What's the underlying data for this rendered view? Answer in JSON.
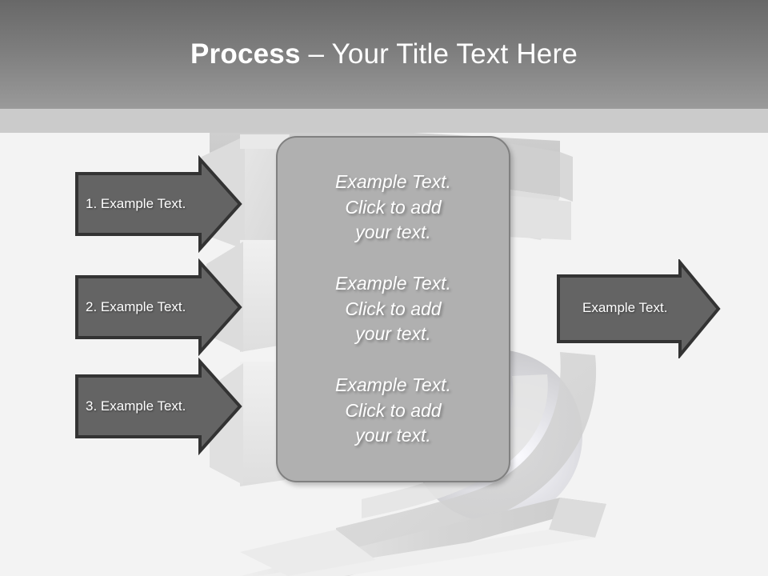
{
  "slide": {
    "background_color": "#f3f3f3",
    "header": {
      "title_strong": "Process ",
      "title_rest": "– Your Title Text Here",
      "gradient_from": "#686868",
      "gradient_to": "#9a9a9a",
      "band_color": "#cbcbcb"
    },
    "theme": {
      "arrow_fill": "#646464",
      "arrow_stroke": "#333333",
      "panel_fill": "#b0b0b0",
      "panel_stroke": "#808080",
      "text_color": "#ffffff",
      "decor_light": "#e2e2e2",
      "decor_mid": "#cdcdcd"
    },
    "left_arrows": [
      {
        "label": "1. Example Text."
      },
      {
        "label": "2. Example Text."
      },
      {
        "label": "3. Example Text."
      }
    ],
    "right_arrow": {
      "label": "Example Text."
    },
    "center_panel": {
      "blocks": [
        "Example Text.\nClick  to add\nyour text.",
        "Example Text.\nClick  to add\nyour text.",
        "Example Text.\nClick  to add\nyour text."
      ]
    }
  }
}
